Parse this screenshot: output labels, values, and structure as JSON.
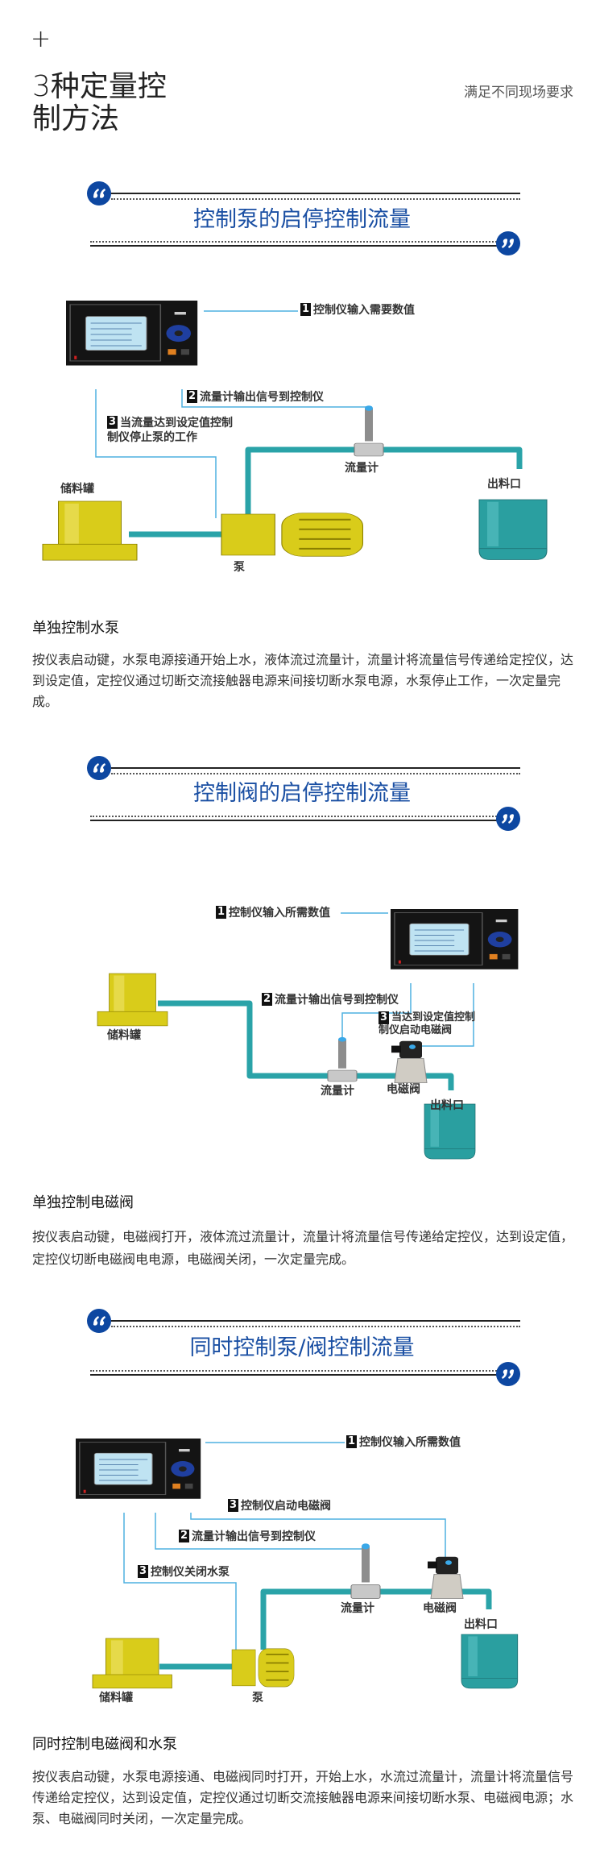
{
  "header": {
    "plus": "+",
    "title": "3种定量控制方法",
    "subtitle": "满足不同现场要求"
  },
  "colors": {
    "accent": "#1a4fa3",
    "pipe": "#2aa3a8",
    "signal": "#4fb0e0",
    "tank": "#d9cc1a"
  },
  "sections": [
    {
      "title": "控制泵的启停控制流量",
      "diagram": {
        "labels": [
          {
            "num": "1",
            "text": "控制仪输入需要数值"
          },
          {
            "num": "2",
            "text": "流量计输出信号到控制仪"
          },
          {
            "num": "3",
            "text": "当流量达到设定值控制\n制仪停止泵的工作"
          }
        ],
        "parts": {
          "flowmeter": "流量计",
          "outlet": "出料口",
          "tank": "储料罐",
          "pump": "泵"
        }
      },
      "block_title": "单独控制水泵",
      "paragraph": "按仪表启动键，水泵电源接通开始上水，液体流过流量计，流量计将流量信号传递给定控仪，达到设定值，定控仪通过切断交流接触器电源来间接切断水泵电源，水泵停止工作，一次定量完成。"
    },
    {
      "title": "控制阀的启停控制流量",
      "diagram": {
        "labels": [
          {
            "num": "1",
            "text": "控制仪输入所需数值"
          },
          {
            "num": "2",
            "text": "流量计输出信号到控制仪"
          },
          {
            "num": "3",
            "text": "当达到设定值控制\n制仪启动电磁阀"
          }
        ],
        "parts": {
          "flowmeter": "流量计",
          "valve": "电磁阀",
          "outlet": "出料口",
          "tank": "储料罐"
        }
      },
      "block_title": "单独控制电磁阀",
      "paragraph": "按仪表启动键，电磁阀打开，液体流过流量计，流量计将流量信号传递给定控仪，达到设定值，定控仪切断电磁阀电电源，电磁阀关闭，一次定量完成。"
    },
    {
      "title": "同时控制泵/阀控制流量",
      "diagram": {
        "labels": [
          {
            "num": "1",
            "text": "控制仪输入所需数值"
          },
          {
            "num": "3",
            "text": "控制仪启动电磁阀"
          },
          {
            "num": "2",
            "text": "流量计输出信号到控制仪"
          },
          {
            "num": "3",
            "text": "控制仪关闭水泵"
          }
        ],
        "parts": {
          "flowmeter": "流量计",
          "valve": "电磁阀",
          "outlet": "出料口",
          "tank": "储料罐",
          "pump": "泵"
        }
      },
      "block_title": "同时控制电磁阀和水泵",
      "paragraph": "按仪表启动键，水泵电源接通、电磁阀同时打开，开始上水，水流过流量计，流量计将流量信号传递给定控仪，达到设定值，定控仪通过切断交流接触器电源来间接切断水泵、电磁阀电源；水泵、电磁阀同时关闭，一次定量完成。"
    }
  ]
}
